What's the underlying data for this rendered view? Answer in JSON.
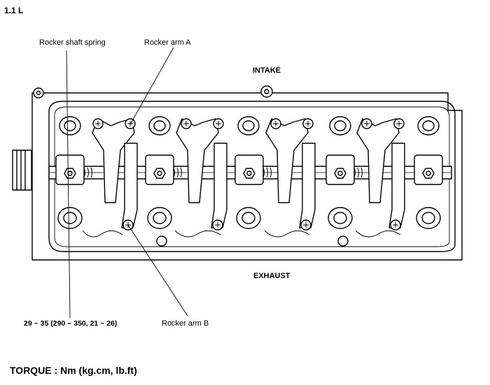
{
  "variant_label": "1.1 L",
  "labels": {
    "rocker_shaft_spring": "Rocker shaft spring",
    "rocker_arm_a": "Rocker arm A",
    "rocker_arm_b": "Rocker arm B",
    "intake": "INTAKE",
    "exhaust": "EXHAUST"
  },
  "torque": {
    "value": "29 ~ 35 (290 ~ 350, 21 ~ 26)",
    "unit_note": "TORQUE : Nm (kg.cm, lb.ft)"
  }
}
